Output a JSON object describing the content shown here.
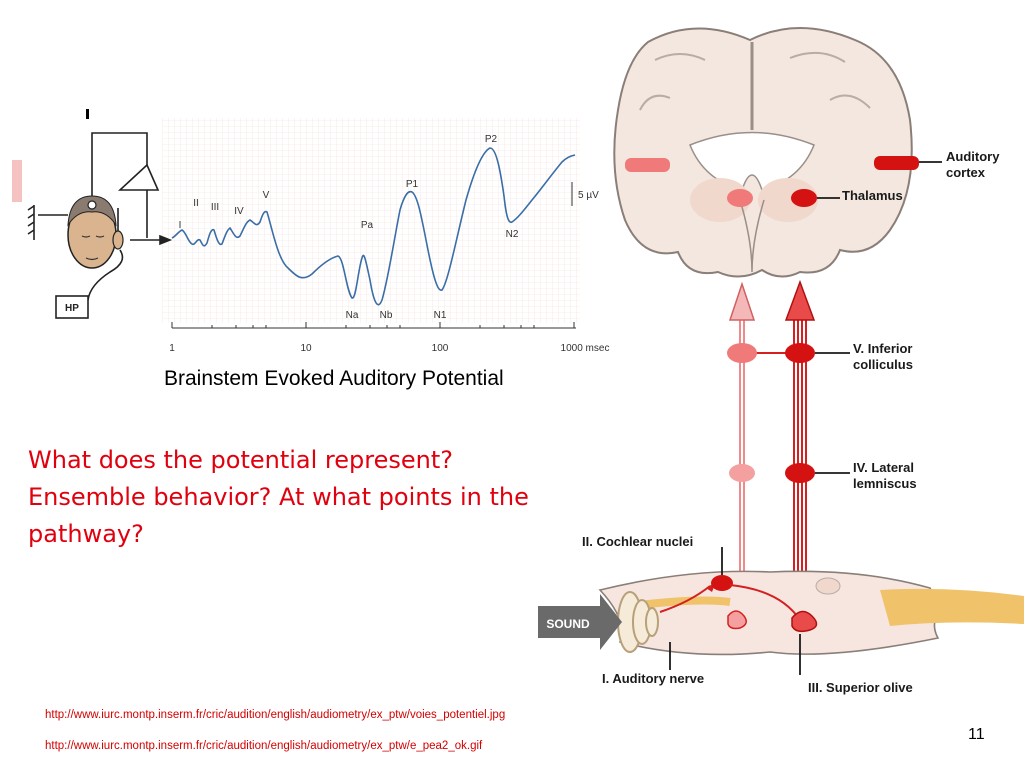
{
  "slide": {
    "caption": "Brainstem Evoked Auditory Potential",
    "question_lines": [
      "What does the potential represent?",
      "Ensemble behavior? At what points in the",
      "pathway?"
    ],
    "sources": [
      "http://www.iurc.montp.inserm.fr/cric/audition/english/audiometry/ex_ptw/voies_potentiel.jpg",
      "http://www.iurc.montp.inserm.fr/cric/audition/english/audiometry/ex_ptw/e_pea2_ok.gif"
    ],
    "page_number": "11"
  },
  "waveform": {
    "peak_labels": [
      "I",
      "II",
      "III",
      "IV",
      "V",
      "Pa",
      "Na",
      "Nb",
      "P1",
      "N1",
      "P2",
      "N2"
    ],
    "scale_label": "5 µV",
    "x_ticks": [
      "1",
      "10",
      "100",
      "1000 msec"
    ],
    "hp_label": "HP"
  },
  "pathway": {
    "labels": {
      "auditory_cortex_1": "Auditory",
      "auditory_cortex_2": "cortex",
      "thalamus": "Thalamus",
      "inferior_colliculus_1": "V. Inferior",
      "inferior_colliculus_2": "colliculus",
      "lateral_lemniscus_1": "IV. Lateral",
      "lateral_lemniscus_2": "lemniscus",
      "cochlear_nuclei": "II. Cochlear nuclei",
      "sound": "SOUND",
      "auditory_nerve": "I. Auditory nerve",
      "superior_olive": "III. Superior olive"
    }
  },
  "colors": {
    "question": "#e0000e",
    "source_links": "#d40000",
    "pathway_red": "#d42020",
    "pathway_pink": "#f08a8a",
    "waveform_line": "#3a6ea8"
  }
}
